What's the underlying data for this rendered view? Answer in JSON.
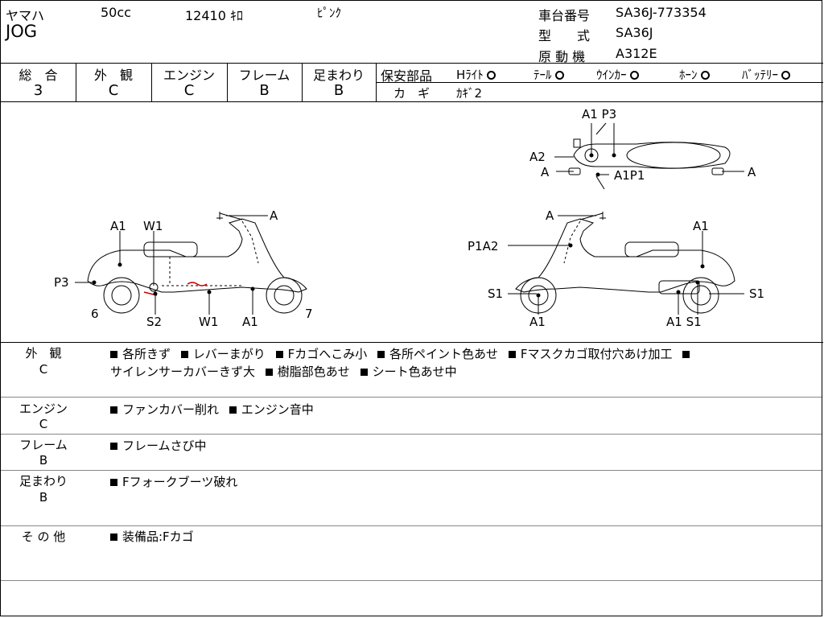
{
  "header": {
    "maker": "ヤマハ",
    "displacement": "50cc",
    "mileage": "12410 ｷﾛ",
    "color": "ﾋﾟﾝｸ",
    "model_name": "JOG",
    "frame_no_label": "車台番号",
    "frame_no": "SA36J-773354",
    "type_label": "型　　式",
    "type_value": "SA36J",
    "engine_label": "原 動 機",
    "engine_value": "A312E"
  },
  "grades": [
    {
      "label": "総　合",
      "value": "3"
    },
    {
      "label": "外　観",
      "value": "C"
    },
    {
      "label": "エンジン",
      "value": "C"
    },
    {
      "label": "フレーム",
      "value": "B"
    },
    {
      "label": "足まわり",
      "value": "B"
    }
  ],
  "safety": {
    "label": "保安部品",
    "items": [
      {
        "label": "Hﾗｲﾄ",
        "mark": "O"
      },
      {
        "label": "ﾃｰﾙ",
        "mark": "O"
      },
      {
        "label": "ｳｲﾝｶｰ",
        "mark": "O"
      },
      {
        "label": "ﾎｰﾝ",
        "mark": "O"
      },
      {
        "label": "ﾊﾞｯﾃﾘｰ",
        "mark": "O"
      }
    ],
    "key_label": "カ　ギ",
    "key_value": "ｶｷﾞ2"
  },
  "diagram_labels": {
    "left": [
      "A1",
      "W1",
      "A",
      "P3",
      "6",
      "S2",
      "W1",
      "A1",
      "7"
    ],
    "right": [
      "A",
      "A1",
      "P1A2",
      "S1",
      "A1",
      "A1 S1",
      "S1"
    ],
    "top": [
      "A1 P3",
      "A2",
      "A",
      "A1P1",
      "A"
    ]
  },
  "remarks": [
    {
      "cat": "外　観",
      "grade": "C",
      "lines": [
        [
          "各所きず",
          "レバーまがり",
          "Fカゴへこみ小",
          "各所ペイント色あせ",
          "Fマスクカゴ取付穴あけ加工",
          ""
        ],
        [
          "サイレンサーカバーきず大",
          "樹脂部色あせ",
          "シート色あせ中"
        ]
      ]
    },
    {
      "cat": "エンジン",
      "grade": "C",
      "lines": [
        [
          "ファンカバー削れ",
          "エンジン音中"
        ]
      ]
    },
    {
      "cat": "フレーム",
      "grade": "B",
      "lines": [
        [
          "フレームさび中"
        ]
      ]
    },
    {
      "cat": "足まわり",
      "grade": "B",
      "lines": [
        [
          "Fフォークブーツ破れ"
        ]
      ]
    },
    {
      "cat": "そ の 他",
      "grade": "",
      "lines": [
        [
          "装備品:Fカゴ"
        ]
      ]
    }
  ]
}
